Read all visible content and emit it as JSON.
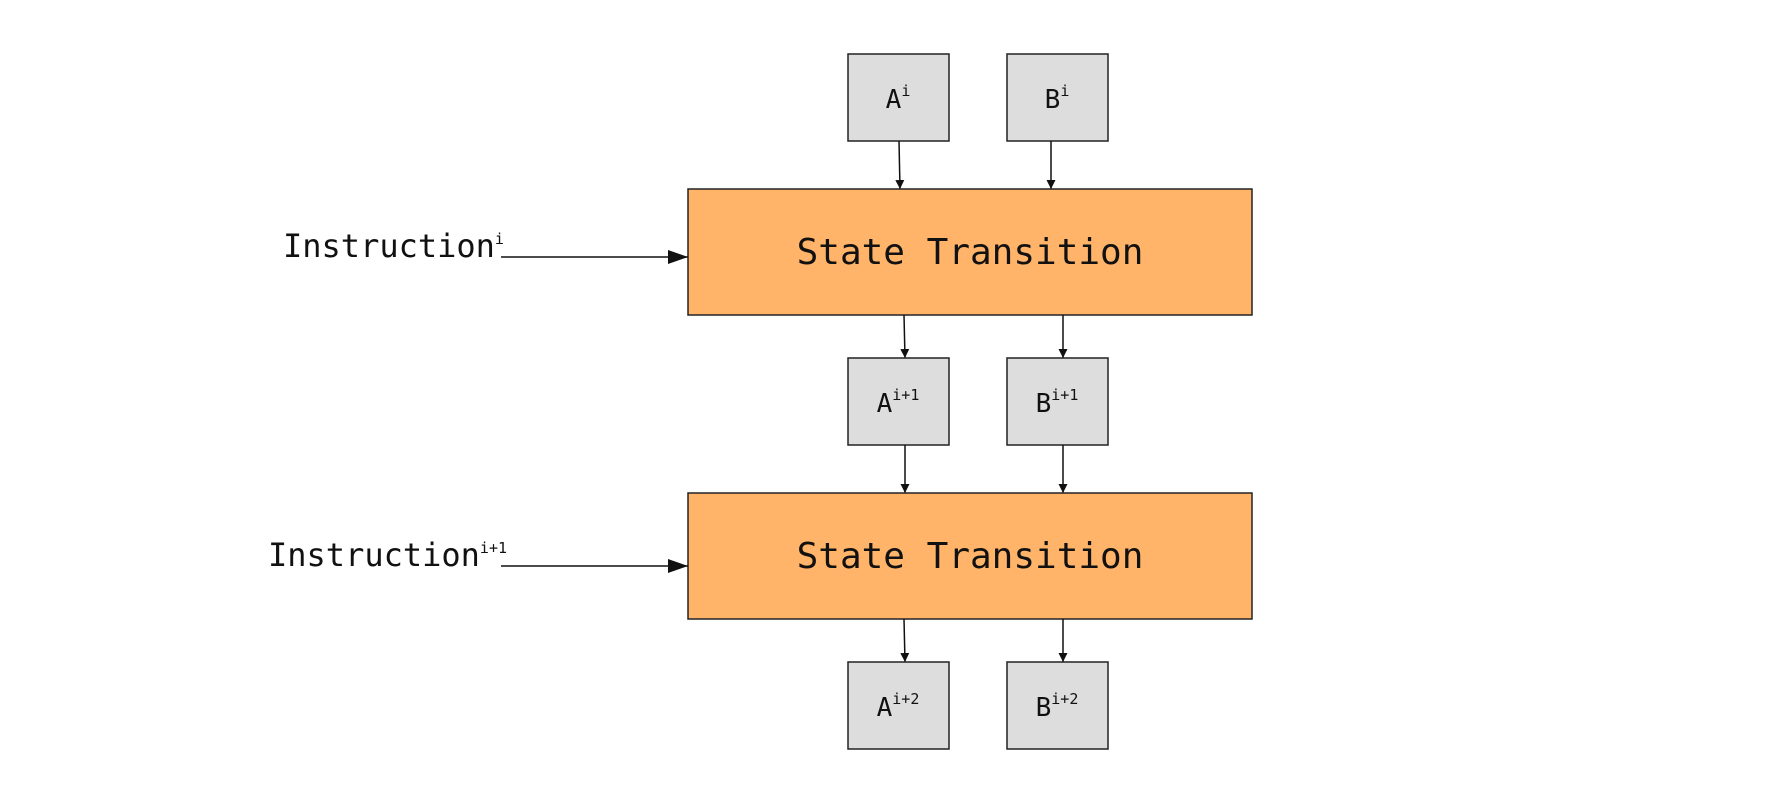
{
  "states": [
    {
      "label": "State Transition"
    },
    {
      "label": "State Transition"
    }
  ],
  "registers": [
    {
      "base": "A",
      "sup": "i"
    },
    {
      "base": "B",
      "sup": "i"
    },
    {
      "base": "A",
      "sup": "i+1"
    },
    {
      "base": "B",
      "sup": "i+1"
    },
    {
      "base": "A",
      "sup": "i+2"
    },
    {
      "base": "B",
      "sup": "i+2"
    }
  ],
  "instructions": [
    {
      "base": "Instruction",
      "sup": "i"
    },
    {
      "base": "Instruction",
      "sup": "i+1"
    }
  ],
  "colors": {
    "state_fill": "#ffb469",
    "register_fill": "#dddddd",
    "stroke": "#222222"
  }
}
